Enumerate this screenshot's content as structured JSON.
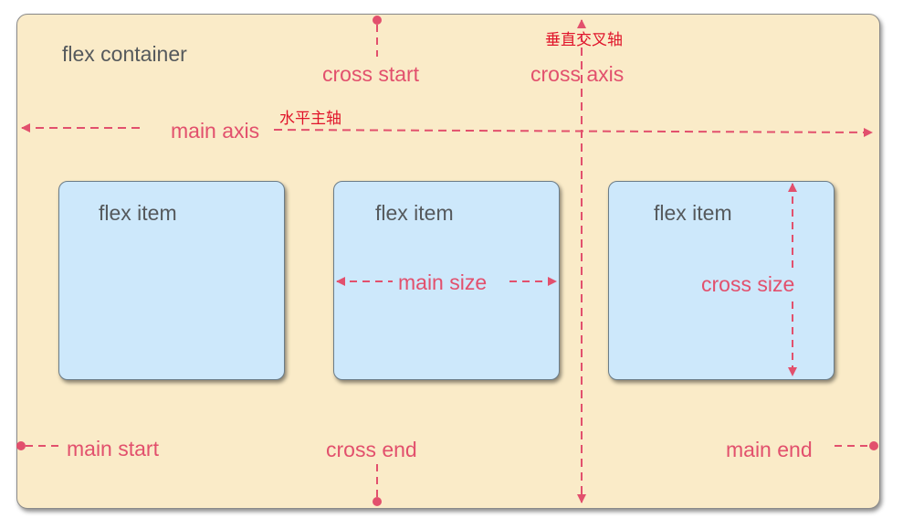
{
  "container": {
    "label": "flex container"
  },
  "axes": {
    "main_axis": "main axis",
    "main_axis_cn": "水平主轴",
    "cross_axis": "cross axis",
    "cross_axis_cn": "垂直交叉轴"
  },
  "ends": {
    "cross_start": "cross start",
    "cross_end": "cross end",
    "main_start": "main start",
    "main_end": "main end"
  },
  "items": [
    {
      "label": "flex item"
    },
    {
      "label": "flex item"
    },
    {
      "label": "flex item"
    }
  ],
  "dimensions": {
    "main_size": "main size",
    "cross_size": "cross size"
  },
  "colors": {
    "accent": "#e2506d",
    "container_bg": "#faebc8",
    "item_bg": "#cde8fb",
    "chinese_text": "#e0142a"
  }
}
